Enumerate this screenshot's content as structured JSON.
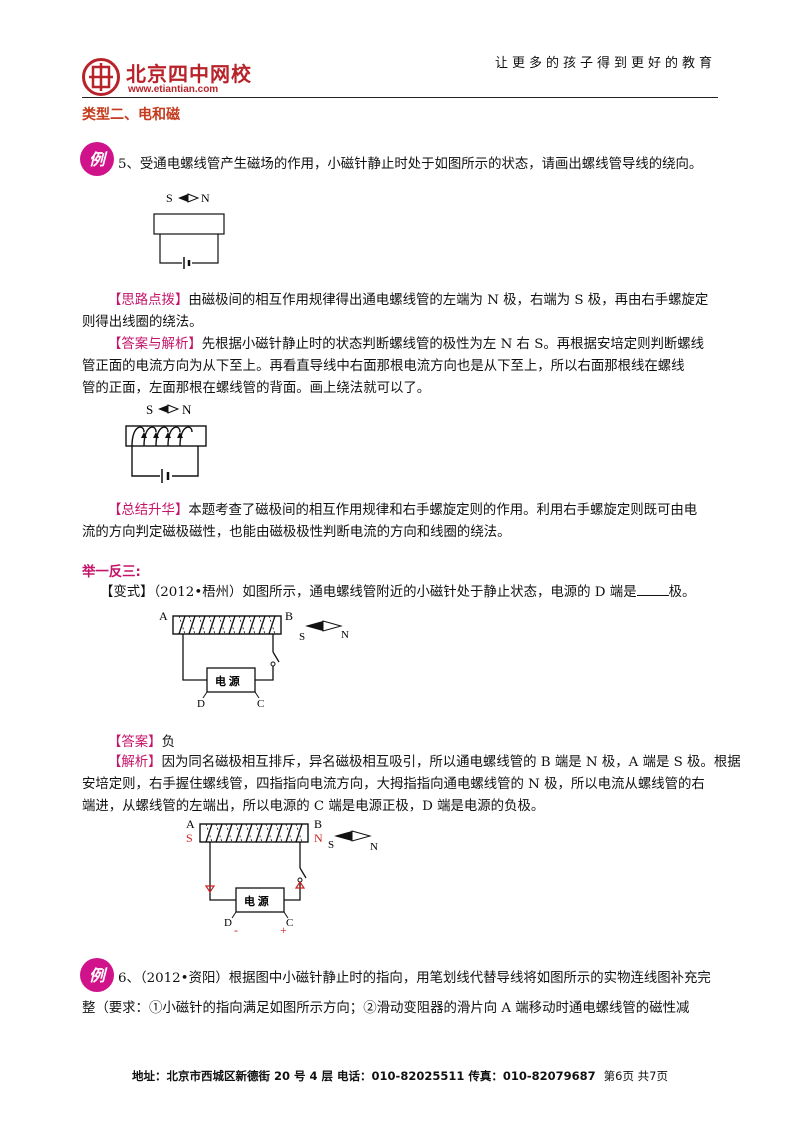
{
  "header": {
    "logo_name": "北京四中网校",
    "logo_url": "www.etiantian.com",
    "slogan": "让更多的孩子得到更好的教育"
  },
  "section_title": "类型二、电和磁",
  "example5": {
    "badge": "例",
    "question": "5、受通电螺线管产生磁场的作用，小磁针静止时处于如图所示的状态，请画出螺线管导线的绕向。",
    "figure1": {
      "needle_s": "S",
      "needle_n": "N"
    },
    "hint": {
      "tag": "【思路点拨】",
      "line1": "由磁极间的相互作用规律得出通电螺线管的左端为 N 极，右端为 S 极，再由右手螺旋定",
      "line2": "则得出线圈的绕法。"
    },
    "answer": {
      "tag": "【答案与解析】",
      "line1": "先根据小磁针静止时的状态判断螺线管的极性为左 N 右 S。再根据安培定则判断螺线",
      "line2": "管正面的电流方向为从下至上。再看直导线中右面那根电流方向也是从下至上，所以右面那根线在螺线",
      "line3": "管的正面，左面那根在螺线管的背面。画上绕法就可以了。"
    },
    "figure2": {
      "needle_s": "S",
      "needle_n": "N"
    },
    "summary": {
      "tag": "【总结升华】",
      "line1": "本题考查了磁极间的相互作用规律和右手螺旋定则的作用。利用右手螺旋定则既可由电",
      "line2": "流的方向判定磁极磁性，也能由磁极极性判断电流的方向和线圈的绕法。"
    }
  },
  "practice": {
    "heading": "举一反三:",
    "variant_tag": "【变式】",
    "variant_text": "（2012•梧州）如图所示，通电螺线管附近的小磁针处于静止状态，电源的 D 端是",
    "variant_tail": "极。",
    "figure3": {
      "a": "A",
      "b": "B",
      "s": "S",
      "n": "N",
      "source": "电  源",
      "d": "D",
      "c": "C"
    },
    "answer_tag": "【答案】",
    "answer_value": "负",
    "analysis_tag": "【解析】",
    "analysis_line1": "因为同名磁极相互排斥，异名磁极相互吸引，所以通电螺线管的 B 端是 N 极，A 端是 S 极。根据",
    "analysis_line2": "安培定则，右手握住螺线管，四指指向电流方向，大拇指指向通电螺线管的 N 极，所以电流从螺线管的右",
    "analysis_line3": "端进，从螺线管的左端出，所以电源的 C 端是电源正极，D 端是电源的负极。",
    "figure4": {
      "a": "A",
      "b": "B",
      "s_red": "S",
      "n_red": "N",
      "s": "S",
      "n": "N",
      "source": "电  源",
      "d": "D",
      "c": "C",
      "minus": "-",
      "plus": "+"
    }
  },
  "example6": {
    "badge": "例",
    "line1": "6、（2012•资阳）根据图中小磁针静止时的指向，用笔划线代替导线将如图所示的实物连线图补充完",
    "line2": "整（要求：①小磁针的指向满足如图所示方向；②滑动变阻器的滑片向 A 端移动时通电螺线管的磁性减"
  },
  "footer": {
    "address": "地址：北京市西城区新德街 20 号 4 层  电话：010-82025511  传真：010-82079687",
    "page": "第6页  共7页"
  },
  "colors": {
    "brand": "#b8232a",
    "tag": "#c4156a",
    "badge": "#d0138b",
    "section": "#c43a1c"
  }
}
